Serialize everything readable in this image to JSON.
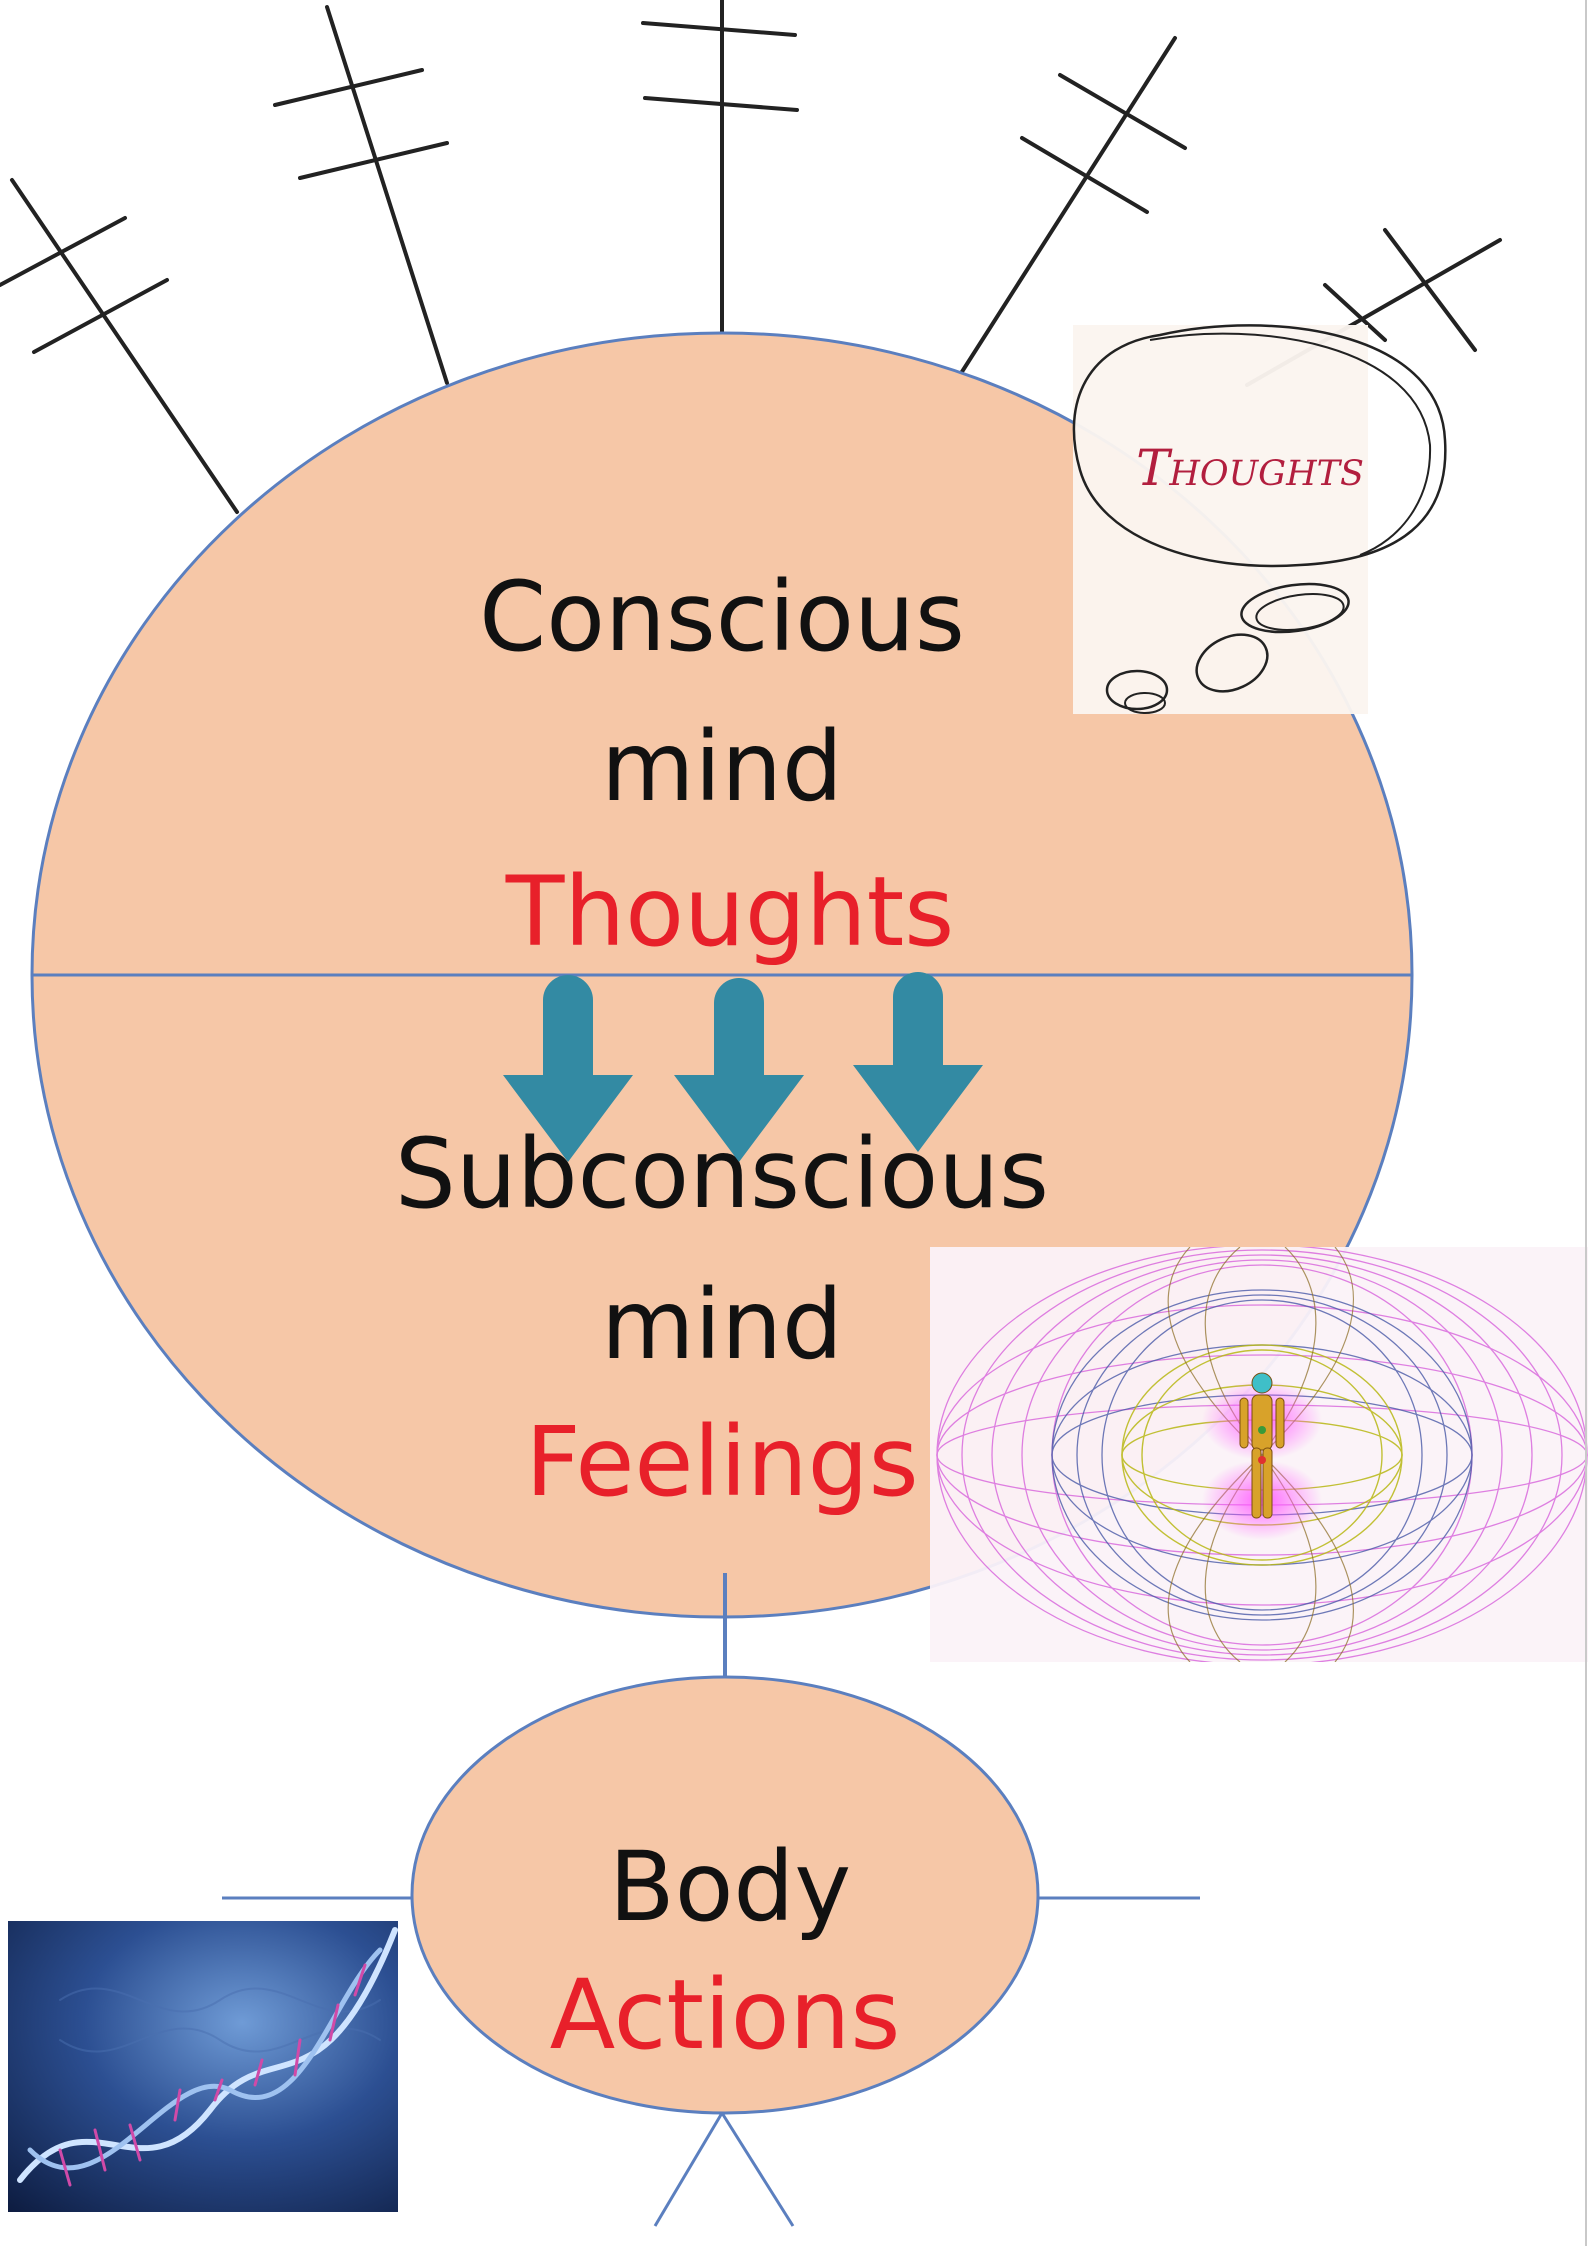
{
  "head": {
    "conscious_line1": "Conscious",
    "conscious_line2": "mind",
    "conscious_sub": "Thoughts",
    "subconscious_line1": "Subconscious",
    "subconscious_line2": "mind",
    "subconscious_sub": "Feelings"
  },
  "body": {
    "title": "Body",
    "sub": "Actions"
  },
  "thought_bubble": {
    "text": "Thoughts"
  },
  "colors": {
    "ellipse_fill": "#f6c7a7",
    "outline": "#5b7fbf",
    "label_red": "#e8202a",
    "arrow": "#338aa3",
    "hair": "#222222",
    "bubble_text": "#b21e3e"
  },
  "icons": {
    "arrows": [
      "arrow-down-icon",
      "arrow-down-icon",
      "arrow-down-icon"
    ],
    "energy_field": "torus-energy-field-icon",
    "dna": "dna-helix-icon"
  }
}
